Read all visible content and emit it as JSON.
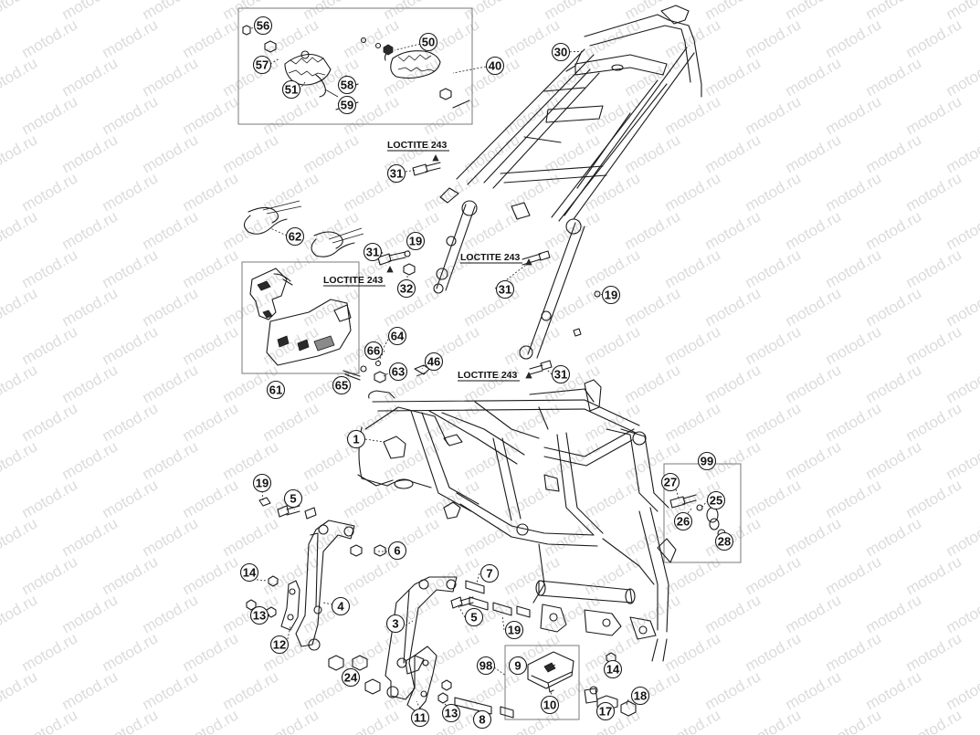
{
  "watermark": {
    "text": "motod.ru",
    "color": "#dcdcdc"
  },
  "callouts": [
    {
      "id": "56",
      "label": "56"
    },
    {
      "id": "57",
      "label": "57"
    },
    {
      "id": "51",
      "label": "51"
    },
    {
      "id": "58",
      "label": "58"
    },
    {
      "id": "59",
      "label": "59"
    },
    {
      "id": "50",
      "label": "50"
    },
    {
      "id": "40",
      "label": "40"
    },
    {
      "id": "30",
      "label": "30"
    },
    {
      "id": "31a",
      "label": "31"
    },
    {
      "id": "62",
      "label": "62"
    },
    {
      "id": "31b",
      "label": "31"
    },
    {
      "id": "19a",
      "label": "19"
    },
    {
      "id": "32",
      "label": "32"
    },
    {
      "id": "31c",
      "label": "31"
    },
    {
      "id": "19b",
      "label": "19"
    },
    {
      "id": "61",
      "label": "61"
    },
    {
      "id": "66",
      "label": "66"
    },
    {
      "id": "64",
      "label": "64"
    },
    {
      "id": "63",
      "label": "63"
    },
    {
      "id": "46",
      "label": "46"
    },
    {
      "id": "65",
      "label": "65"
    },
    {
      "id": "31d",
      "label": "31"
    },
    {
      "id": "1",
      "label": "1"
    },
    {
      "id": "99",
      "label": "99"
    },
    {
      "id": "27",
      "label": "27"
    },
    {
      "id": "25",
      "label": "25"
    },
    {
      "id": "26",
      "label": "26"
    },
    {
      "id": "28",
      "label": "28"
    },
    {
      "id": "19c",
      "label": "19"
    },
    {
      "id": "5a",
      "label": "5"
    },
    {
      "id": "6",
      "label": "6"
    },
    {
      "id": "14a",
      "label": "14"
    },
    {
      "id": "4",
      "label": "4"
    },
    {
      "id": "13a",
      "label": "13"
    },
    {
      "id": "12",
      "label": "12"
    },
    {
      "id": "7",
      "label": "7"
    },
    {
      "id": "3",
      "label": "3"
    },
    {
      "id": "5b",
      "label": "5"
    },
    {
      "id": "19d",
      "label": "19"
    },
    {
      "id": "24",
      "label": "24"
    },
    {
      "id": "98",
      "label": "98"
    },
    {
      "id": "9",
      "label": "9"
    },
    {
      "id": "14b",
      "label": "14"
    },
    {
      "id": "10",
      "label": "10"
    },
    {
      "id": "11",
      "label": "11"
    },
    {
      "id": "13b",
      "label": "13"
    },
    {
      "id": "8",
      "label": "8"
    },
    {
      "id": "17",
      "label": "17"
    },
    {
      "id": "18",
      "label": "18"
    }
  ],
  "loctite_labels": [
    {
      "id": "lt1",
      "text": "LOCTITE 243"
    },
    {
      "id": "lt2",
      "text": "LOCTITE 243"
    },
    {
      "id": "lt3",
      "text": "LOCTITE 243"
    },
    {
      "id": "lt4",
      "text": "LOCTITE 243"
    }
  ]
}
